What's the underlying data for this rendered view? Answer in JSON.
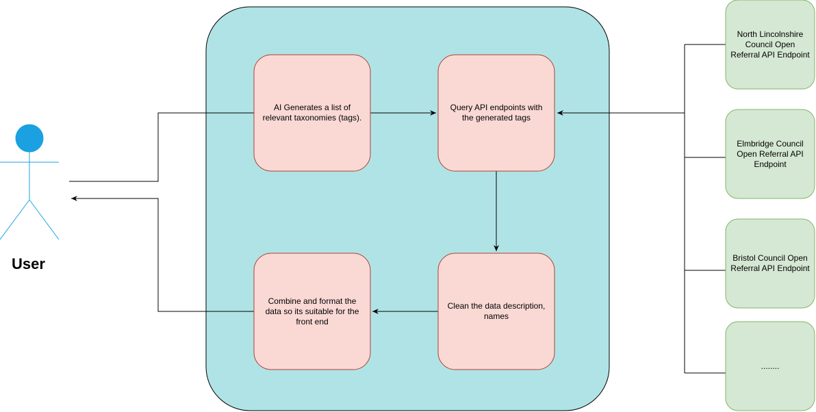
{
  "colors": {
    "container_fill": "#b0e3e6",
    "container_stroke": "#000000",
    "process_fill": "#fad9d5",
    "process_stroke": "#ae4132",
    "endpoint_fill": "#d5e8d4",
    "endpoint_stroke": "#82b366",
    "actor_head": "#1ba1e2",
    "actor_stroke": "#1ba1e2",
    "edge": "#000000"
  },
  "actor": {
    "label": "User"
  },
  "processes": {
    "generate": "AI Generates a list of relevant taxonomies (tags).",
    "query": "Query API endpoints with the generated tags",
    "clean": "Clean the data description, names",
    "combine": "Combine and format the data so its suitable for the front end"
  },
  "endpoints": [
    "North Lincolnshire Council Open Referral API Endpoint",
    "Elmbridge Council Open Referral API Endpoint",
    "Bristol Council Open Referral API Endpoint",
    "........"
  ]
}
